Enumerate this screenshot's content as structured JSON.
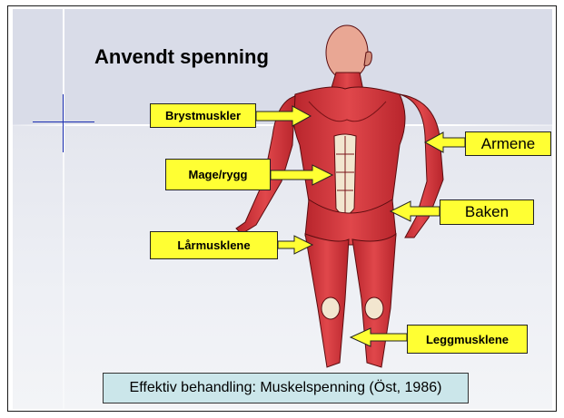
{
  "title": "Anvendt spenning",
  "labels": {
    "chest": "Brystmuskler",
    "arms": "Armene",
    "abdomen": "Mage/rygg",
    "glutes": "Baken",
    "thighs": "Lårmusklene",
    "calves": "Leggmusklene"
  },
  "caption": "Effektiv behandling: Muskelspenning (Öst, 1986)",
  "colors": {
    "label_fill": "#ffff33",
    "caption_fill": "#cbe6ea",
    "muscle": "#d8363c"
  }
}
